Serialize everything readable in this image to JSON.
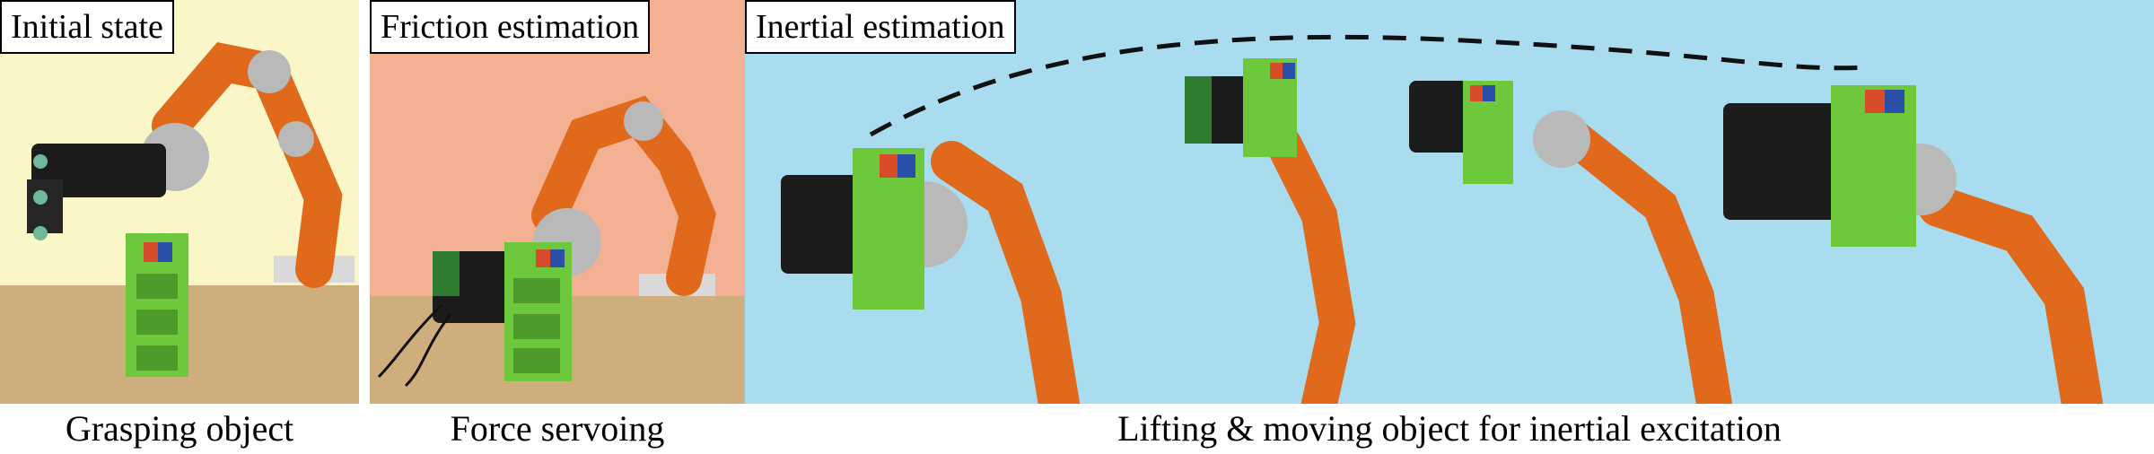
{
  "panels": [
    {
      "label": "Initial state",
      "caption": "Grasping object",
      "background": "#faf6c8"
    },
    {
      "label": "Friction estimation",
      "caption": "Force servoing",
      "background": "#f4b093"
    },
    {
      "label": "Inertial estimation",
      "caption": "Lifting & moving object for inertial excitation",
      "background": "#a8dcee"
    }
  ],
  "colors": {
    "robot_orange": "#e0691c",
    "robot_silver": "#b9b9b9",
    "object_green": "#6ec83c",
    "gripper_black": "#1c1c1c",
    "table_wood": "#cfae7e"
  }
}
